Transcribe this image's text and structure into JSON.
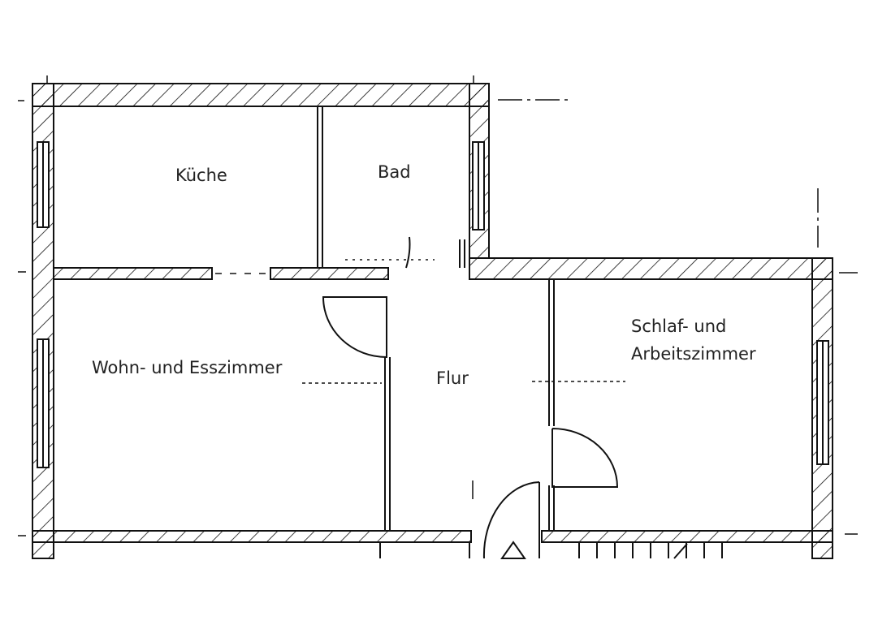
{
  "rooms": {
    "kueche": "Küche",
    "bad": "Bad",
    "wohnen": "Wohn- und Esszimmer",
    "flur": "Flur",
    "schlaf_line1": "Schlaf- und",
    "schlaf_line2": "Arbeitszimmer"
  },
  "colors": {
    "line": "#111111",
    "background": "#ffffff"
  }
}
